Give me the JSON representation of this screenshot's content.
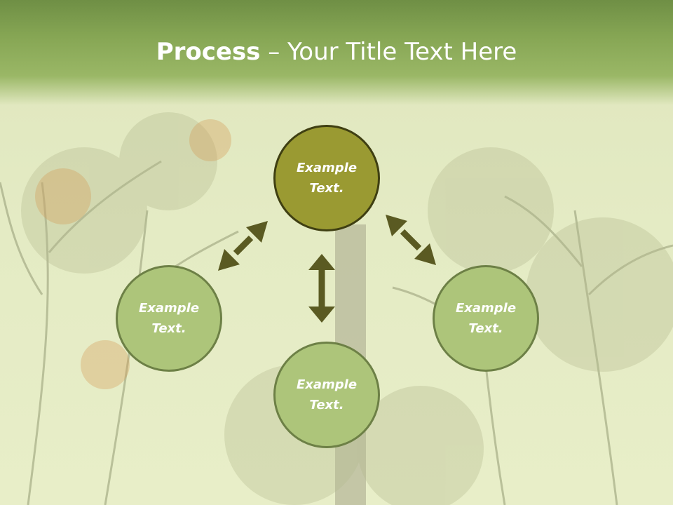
{
  "slide": {
    "title_bold": "Process",
    "title_rest": " – Your Title Text Here",
    "nodes": {
      "top": "Example Text.",
      "left": "Example Text.",
      "bottom": "Example Text.",
      "right": "Example Text."
    }
  },
  "colors": {
    "header": "#86a654",
    "background": "#e4ebc4",
    "main_node_fill": "#9a9a32",
    "main_node_border": "#3f3f12",
    "leaf_node_fill": "#adc57a",
    "leaf_node_border": "#6d8046",
    "arrow": "#5a5a22"
  }
}
